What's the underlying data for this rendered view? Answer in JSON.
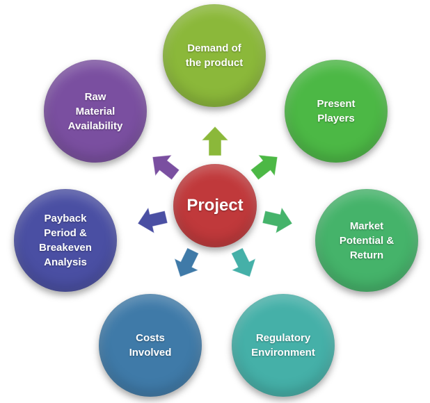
{
  "diagram": {
    "center": {
      "label": "Project",
      "color": "#c0393b"
    },
    "nodes": [
      {
        "id": "demand",
        "label": "Demand of\nthe product",
        "color": "#8bb83a"
      },
      {
        "id": "players",
        "label": "Present\nPlayers",
        "color": "#4cb845"
      },
      {
        "id": "market",
        "label": "Market\nPotential &\nReturn",
        "color": "#45b36a"
      },
      {
        "id": "regulatory",
        "label": "Regulatory\nEnvironment",
        "color": "#45b0a8"
      },
      {
        "id": "costs",
        "label": "Costs\nInvolved",
        "color": "#3f7aa8"
      },
      {
        "id": "payback",
        "label": "Payback\nPeriod &\nBreakeven\nAnalysis",
        "color": "#4a4fa3"
      },
      {
        "id": "raw",
        "label": "Raw\nMaterial\nAvailability",
        "color": "#7a4fa0"
      }
    ]
  }
}
